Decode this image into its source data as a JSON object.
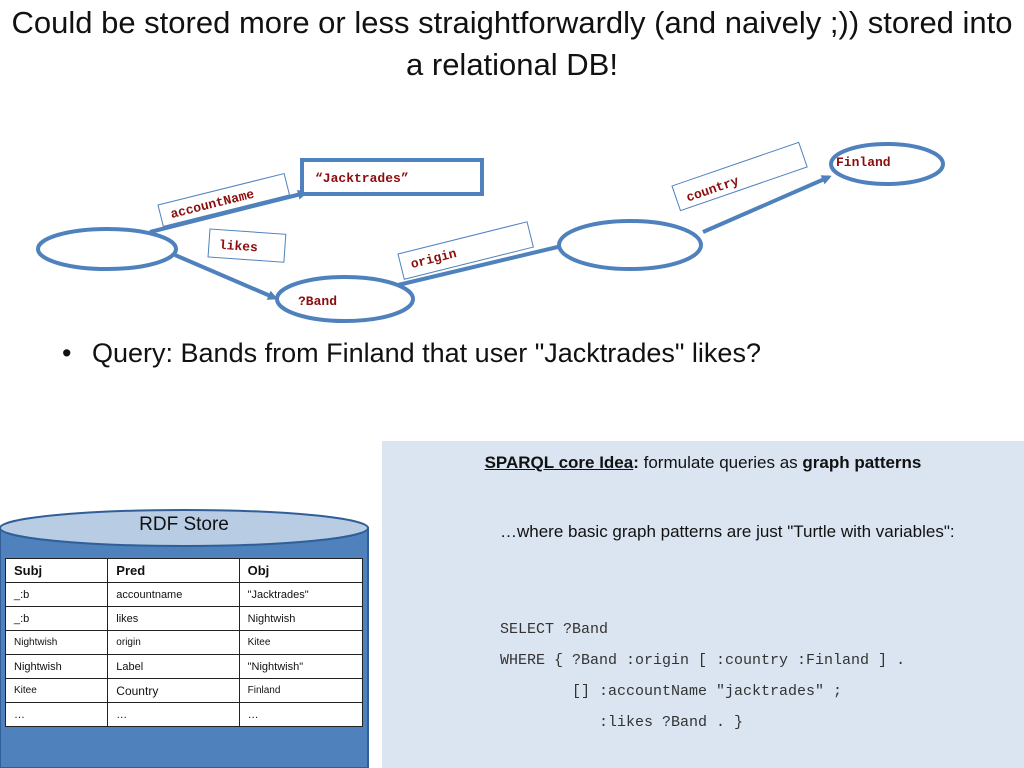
{
  "title": "Could be stored more or less straightforwardly (and naively ;)) stored into a relational DB!",
  "graph": {
    "nodes": {
      "jacktrades": "“Jacktrades”",
      "band": "?Band",
      "finland": "Finland"
    },
    "edges": {
      "accountName": "accountName",
      "likes": "likes",
      "origin": "origin",
      "country": "country"
    }
  },
  "bullet": "Query: Bands from Finland that user \"Jacktrades\" likes?",
  "panel": {
    "idea_title": "SPARQL core Idea",
    "idea_colon": ":",
    "idea_text": " formulate queries as ",
    "idea_bold": "graph patterns",
    "description": "…where basic graph patterns are just \"Turtle with variables\":",
    "code": [
      "SELECT ?Band",
      "WHERE { ?Band :origin [ :country :Finland ] .",
      "        [] :accountName \"jacktrades\" ;",
      "           :likes ?Band . }"
    ]
  },
  "store": {
    "label": "RDF Store",
    "headers": [
      "Subj",
      "Pred",
      "Obj"
    ],
    "rows": [
      [
        "_:b",
        "accountname",
        "\"Jacktrades\""
      ],
      [
        "_:b",
        "likes",
        "Nightwish"
      ],
      [
        "Nightwish",
        "origin",
        "Kitee"
      ],
      [
        "Nightwish",
        "Label",
        "\"Nightwish\""
      ],
      [
        "Kitee",
        "Country",
        "Finland"
      ],
      [
        "…",
        "…",
        "…"
      ]
    ]
  }
}
